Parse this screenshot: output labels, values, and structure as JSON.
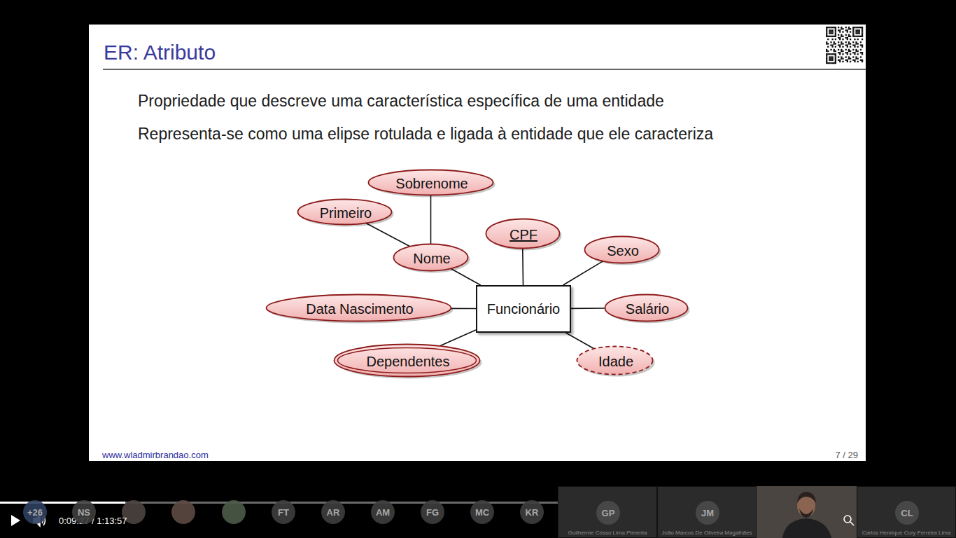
{
  "diagram": {
    "title": "ER: Atributo",
    "nodes": [
      {
        "text": [
          "Sobrenome"
        ]
      },
      {
        "text": [
          "Primeiro"
        ]
      },
      {
        "text": [
          "CPF"
        ]
      },
      {
        "text": [
          "Sexo"
        ]
      },
      {
        "text": [
          "Nome"
        ]
      },
      {
        "text": [
          "Data Nascimento"
        ]
      },
      {
        "text": [
          "Funcionário"
        ]
      },
      {
        "text": [
          "Salário"
        ]
      },
      {
        "text": [
          "Dependentes"
        ]
      },
      {
        "text": [
          "Idade"
        ]
      },
      {
        "text": [
          "+26"
        ]
      },
      {
        "text": [
          "NS"
        ]
      },
      {
        "text": [
          "FT"
        ]
      },
      {
        "text": [
          "AR"
        ]
      },
      {
        "text": [
          "AM"
        ]
      },
      {
        "text": [
          "FG"
        ]
      },
      {
        "text": [
          "MC"
        ]
      },
      {
        "text": [
          "KR"
        ]
      },
      {
        "text": [
          "Guilherme Cósso Lima Pimenta"
        ]
      },
      {
        "text": [
          "GP"
        ],
        "in": 18
      },
      {
        "text": [
          "João Marcos De Oliveira Magalhães"
        ]
      },
      {
        "text": [
          "JM"
        ],
        "in": 20
      },
      {
        "text": [
          "Carlos Henrique Cury Ferreira Lima"
        ]
      },
      {
        "text": [
          "CL"
        ],
        "in": 22
      }
    ],
    "edges": [
      {
        "from": 4,
        "to": 0,
        "arrow": "none"
      },
      {
        "from": 4,
        "to": 1,
        "arrow": "none"
      },
      {
        "from": 6,
        "to": 4,
        "arrow": "none"
      },
      {
        "from": 6,
        "to": 2,
        "arrow": "none"
      },
      {
        "from": 6,
        "to": 3,
        "arrow": "none"
      },
      {
        "from": 6,
        "to": 5,
        "arrow": "none"
      },
      {
        "from": 6,
        "to": 7,
        "arrow": "none"
      },
      {
        "from": 6,
        "to": 8,
        "arrow": "none"
      },
      {
        "from": 6,
        "to": 9,
        "arrow": "none"
      }
    ],
    "labels": [
      "Propriedade que descreve uma característica específica de uma entidade",
      "Representa-se como uma elipse rotulada e ligada à entidade que ele caracteriza",
      "www.wladmirbrandao.com",
      "7 / 29",
      "0:09:27 / 1:13:57"
    ]
  }
}
